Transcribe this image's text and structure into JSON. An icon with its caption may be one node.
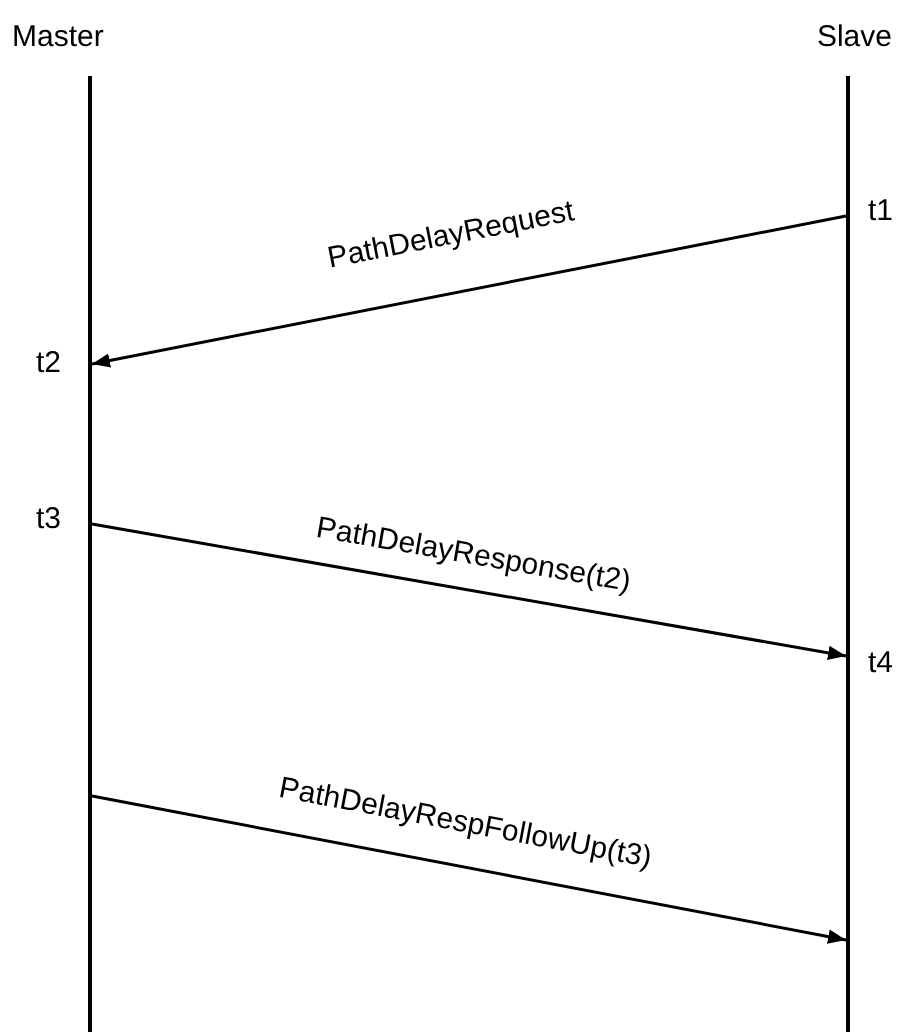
{
  "diagram": {
    "nodes": [
      {
        "text": [
          "Master"
        ]
      },
      {
        "text": [
          "Slave"
        ]
      }
    ],
    "edges": [
      {
        "from": 1,
        "to": 0,
        "arrow": "to",
        "label": "PathDelayRequest"
      },
      {
        "from": 0,
        "to": 1,
        "arrow": "to",
        "label": "PathDelayResponse(t2)"
      },
      {
        "from": 0,
        "to": 1,
        "arrow": "to",
        "label": "PathDelayRespFollowUp(t3)"
      }
    ],
    "labels": [
      "t1",
      "t2",
      "t3",
      "t4"
    ]
  }
}
